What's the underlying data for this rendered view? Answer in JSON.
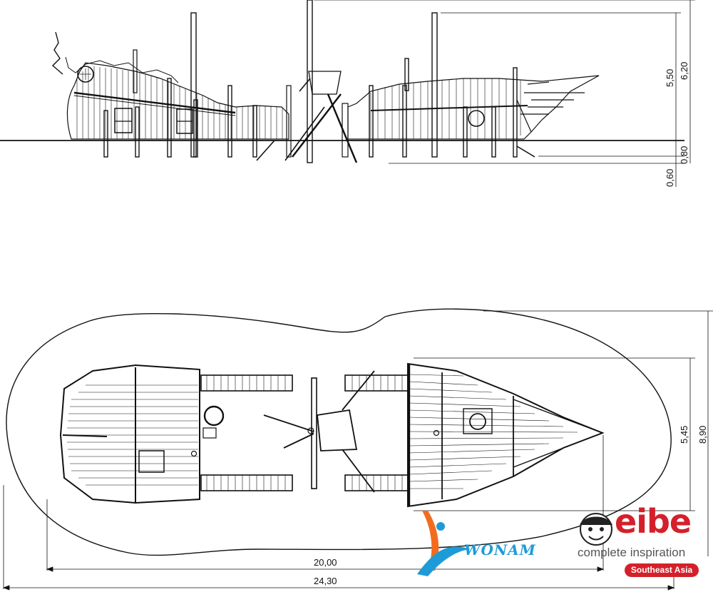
{
  "dimensions": {
    "side_height_main": "5,50",
    "side_height_total": "6,20",
    "side_below_ground": "0,80",
    "side_base": "0,60",
    "plan_width_inner": "5,45",
    "plan_width_outer": "8,90",
    "plan_length_inner": "20,00",
    "plan_length_outer": "24,30"
  },
  "logos": {
    "wonam": {
      "text": "WONAM",
      "color": "#1e9bd7",
      "accent": "#f26b1f"
    },
    "eibe": {
      "name": "eibe",
      "tagline": "complete inspiration",
      "region": "Southeast Asia",
      "color": "#d4202a"
    }
  }
}
